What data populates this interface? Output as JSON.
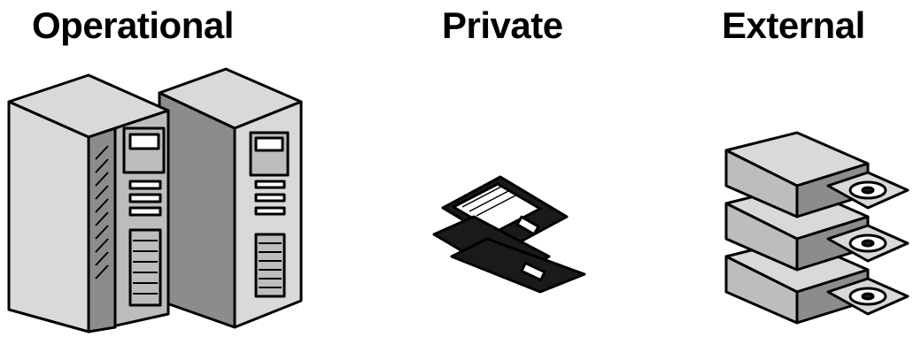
{
  "figure": {
    "categories": [
      {
        "key": "operational",
        "label": "Operational",
        "icon": "server-towers-icon"
      },
      {
        "key": "private",
        "label": "Private",
        "icon": "floppy-disks-icon"
      },
      {
        "key": "external",
        "label": "External",
        "icon": "cd-drive-stack-icon"
      }
    ]
  },
  "colors": {
    "outline": "#000000",
    "light_face": "#d9d9d9",
    "mid_face": "#bdbdbd",
    "dark_face": "#8c8c8c",
    "disk_dark": "#1a1a1a",
    "background": "#ffffff"
  }
}
